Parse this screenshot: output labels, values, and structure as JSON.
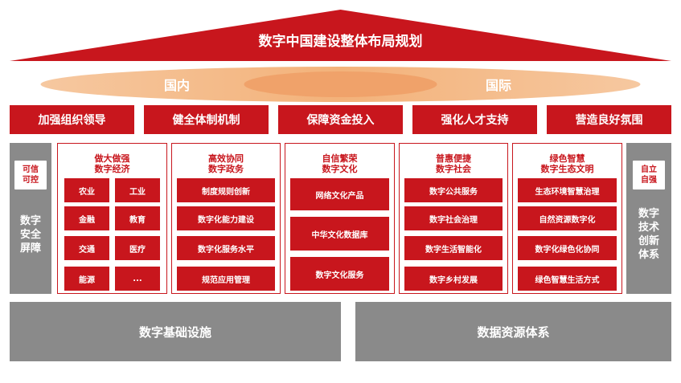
{
  "title": "数字中国建设整体布局规划",
  "ellipse": {
    "left": "国内",
    "right": "国际"
  },
  "principles": [
    "加强组织领导",
    "健全体制机制",
    "保障资金投入",
    "强化人才支持",
    "营造良好氛围"
  ],
  "left_side": {
    "badge": "可信\n可控",
    "title": "数字\n安全\n屏障"
  },
  "right_side": {
    "badge": "自立\n自强",
    "title": "数字\n技术\n创新\n体系"
  },
  "pillars": [
    {
      "title": "做大做强\n数字经济",
      "items": [
        "农业",
        "工业",
        "金融",
        "教育",
        "交通",
        "医疗",
        "能源",
        "..."
      ]
    },
    {
      "title": "高效协同\n数字政务",
      "items": [
        "制度规则创新",
        "数字化能力建设",
        "数字化服务水平",
        "规范应用管理"
      ]
    },
    {
      "title": "自信繁荣\n数字文化",
      "items": [
        "网络文化产品",
        "中华文化数据库",
        "数字文化服务"
      ]
    },
    {
      "title": "普惠便捷\n数字社会",
      "items": [
        "数字公共服务",
        "数字社会治理",
        "数字生活智能化",
        "数字乡村发展"
      ]
    },
    {
      "title": "绿色智慧\n数字生态文明",
      "items": [
        "生态环境智慧治理",
        "自然资源数字化",
        "数字化绿色化协同",
        "绿色智慧生活方式"
      ]
    }
  ],
  "foundation": [
    "数字基础设施",
    "数据资源体系"
  ]
}
